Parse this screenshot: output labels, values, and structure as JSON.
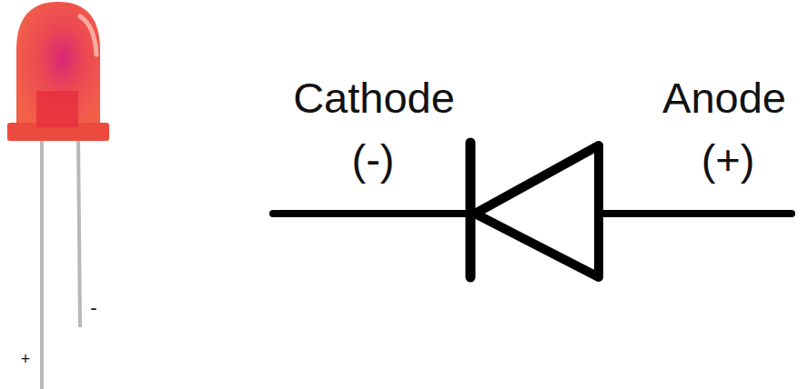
{
  "diagram": {
    "labels": [
      "-",
      "+",
      "Cathode",
      "(-)",
      "Anode",
      "(+)"
    ]
  }
}
